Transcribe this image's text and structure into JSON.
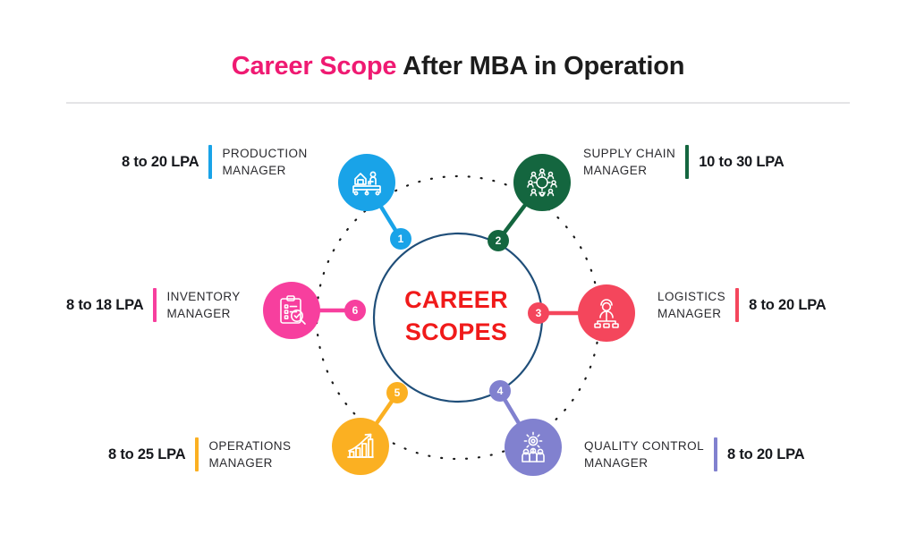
{
  "header": {
    "title_accent": "Career Scope",
    "title_rest": " After MBA in Operation"
  },
  "hub": {
    "line1": "CAREER",
    "line2": "SCOPES",
    "color": "#f01a1a"
  },
  "diagram": {
    "inner_ring_color": "#1f4e79",
    "outer_ring_style": "dotted",
    "outer_ring_color": "#1a1a1a"
  },
  "nodes": [
    {
      "number": "1",
      "role_line1": "PRODUCTION",
      "role_line2": "MANAGER",
      "salary": "8 to 20 LPA",
      "color": "#19a3e8",
      "icon": "factory-conveyor-icon",
      "side": "left"
    },
    {
      "number": "2",
      "role_line1": "SUPPLY CHAIN",
      "role_line2": "MANAGER",
      "salary": "10 to 30 LPA",
      "color": "#14663f",
      "icon": "people-network-icon",
      "side": "right"
    },
    {
      "number": "3",
      "role_line1": "LOGISTICS",
      "role_line2": "MANAGER",
      "salary": "8 to 20 LPA",
      "color": "#f4465c",
      "icon": "logistics-person-icon",
      "side": "right"
    },
    {
      "number": "4",
      "role_line1": "QUALITY CONTROL",
      "role_line2": "MANAGER",
      "salary": "8 to 20 LPA",
      "color": "#8181cf",
      "icon": "gear-people-icon",
      "side": "right"
    },
    {
      "number": "5",
      "role_line1": "OPERATIONS",
      "role_line2": "MANAGER",
      "salary": "8 to 25 LPA",
      "color": "#fbb022",
      "icon": "growth-chart-icon",
      "side": "left"
    },
    {
      "number": "6",
      "role_line1": "INVENTORY",
      "role_line2": "MANAGER",
      "salary": "8 to 18 LPA",
      "color": "#f73f9e",
      "icon": "clipboard-search-icon",
      "side": "left"
    }
  ]
}
